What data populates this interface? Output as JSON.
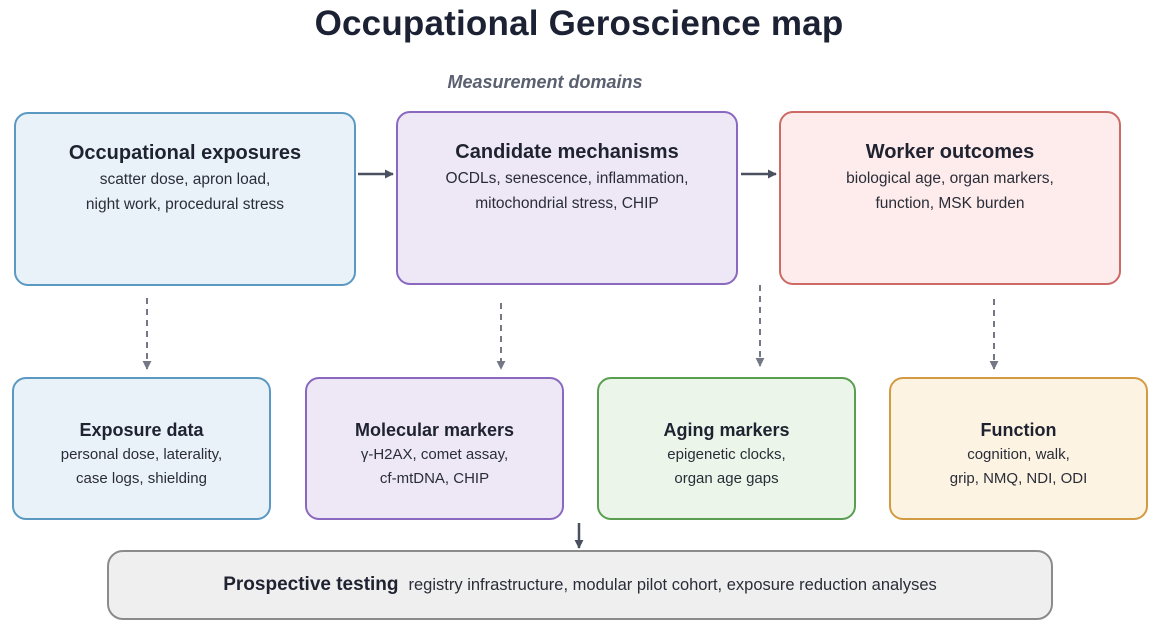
{
  "title": "Occupational Geroscience map",
  "subtitle": "Measurement domains",
  "top_row": [
    {
      "heading": "Occupational exposures",
      "line1": "scatter dose, apron load,",
      "line2": "night work, procedural stress"
    },
    {
      "heading": "Candidate mechanisms",
      "line1": "OCDLs, senescence, inflammation,",
      "line2": "mitochondrial stress, CHIP"
    },
    {
      "heading": "Worker outcomes",
      "line1": "biological age, organ markers,",
      "line2": "function, MSK burden"
    }
  ],
  "bottom_row": [
    {
      "heading": "Exposure data",
      "line1": "personal dose, laterality,",
      "line2": "case logs, shielding"
    },
    {
      "heading": "Molecular markers",
      "line1": "γ-H2AX, comet assay,",
      "line2": "cf-mtDNA, CHIP"
    },
    {
      "heading": "Aging markers",
      "line1": "epigenetic clocks,",
      "line2": "organ age gaps"
    },
    {
      "heading": "Function",
      "line1": "cognition, walk,",
      "line2": "grip, NMQ, NDI, ODI"
    }
  ],
  "prospective": {
    "heading": "Prospective testing",
    "body": "registry infrastructure, modular pilot cohort, exposure reduction analyses"
  },
  "colors": {
    "exposures": "#5b98c2",
    "mechanisms": "#8a68bf",
    "outcomes": "#cc6a66",
    "aging": "#5a9e52",
    "function": "#d29b43",
    "arrow": "#4a5060"
  }
}
